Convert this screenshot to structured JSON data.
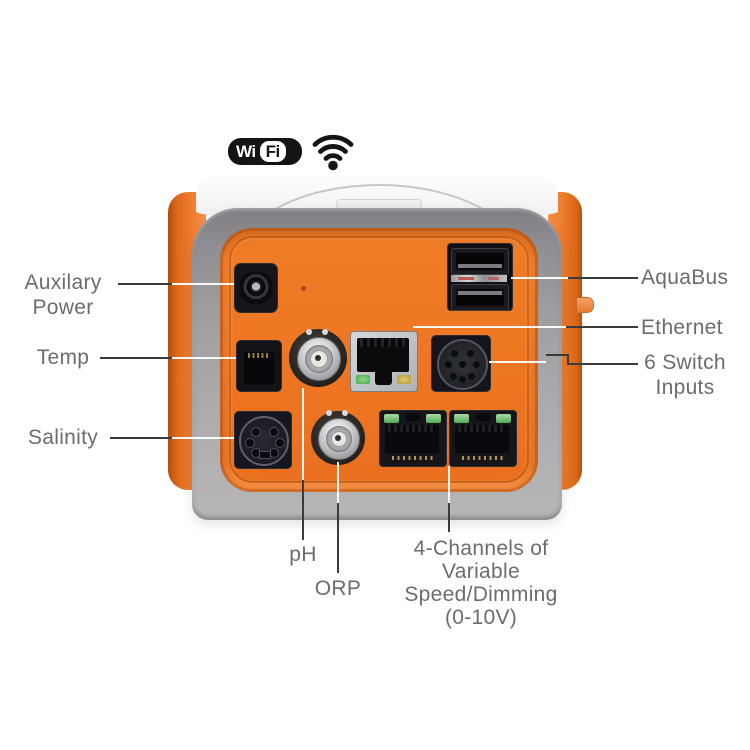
{
  "wifi_logo": {
    "left_text": "Wi",
    "right_text": "Fi",
    "icon": "wifi-signal-icon"
  },
  "callouts": {
    "auxilary_power": {
      "line1": "Auxilary",
      "line2": "Power"
    },
    "temp": {
      "label": "Temp"
    },
    "salinity": {
      "label": "Salinity"
    },
    "aquabus": {
      "label": "AquaBus"
    },
    "ethernet": {
      "label": "Ethernet"
    },
    "switch_inputs": {
      "line1": "6 Switch",
      "line2": "Inputs"
    },
    "ph": {
      "label": "pH"
    },
    "orp": {
      "label": "ORP"
    },
    "channels": {
      "line1": "4-Channels of",
      "line2": "Variable",
      "line3": "Speed/Dimming",
      "line4": "(0-10V)"
    }
  },
  "ports": {
    "auxiliary_power": "barrel-power-jack",
    "status_led": "red-led-dot",
    "aquabus": "dual-usb-ports",
    "temp": "rj11-jack",
    "ph": "bnc-connector",
    "ethernet": "rj45-ethernet-port",
    "switch_inputs": "din8-connector",
    "salinity": "mini-din6-connector",
    "orp": "bnc-connector",
    "dimming_channels": "dual-rj45-jacks"
  },
  "colors": {
    "faceplate_orange": "#ED7521",
    "frame_gray": "#A7A7AA",
    "label_text": "#6B6C6E",
    "callout_line": "#3B3B3D",
    "led_green": "#5CBB5E",
    "led_amber": "#C9A83F",
    "led_red": "#C2392B"
  }
}
